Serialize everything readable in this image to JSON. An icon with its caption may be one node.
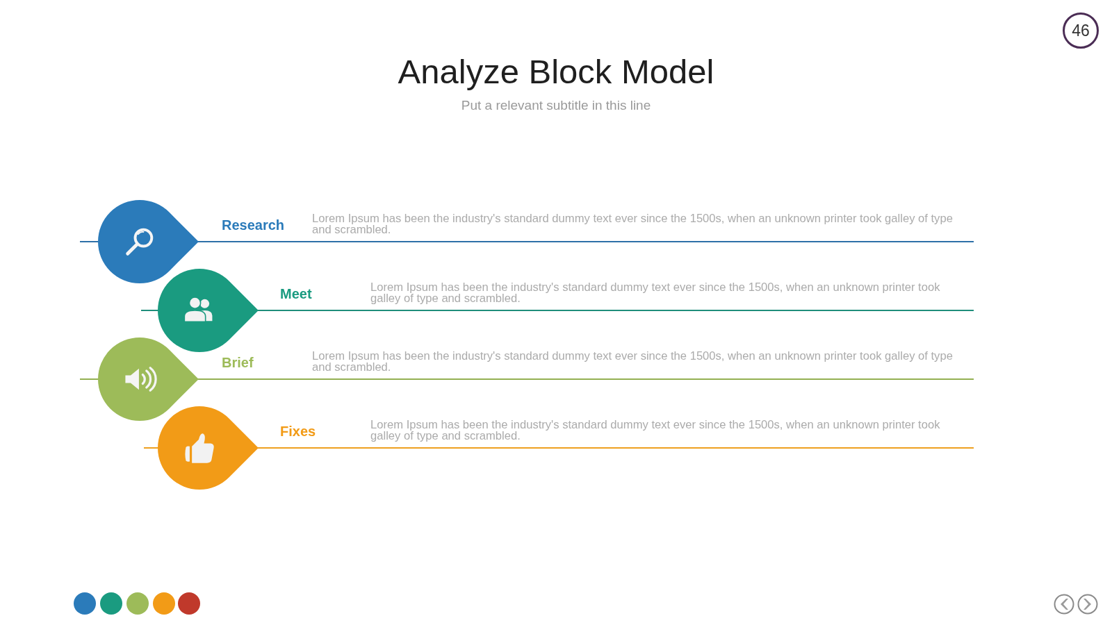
{
  "diagram": {
    "title": "Analyze Block Model",
    "nodes": [
      {
        "text": [
          "46"
        ]
      },
      {
        "text": [
          "Research",
          "Lorem Ipsum has been the industry's standard dummy text ever since the 1500s, when an unknown printer took galley of type and scrambled."
        ]
      },
      {
        "text": [
          "Meet",
          "Lorem Ipsum has been the industry's standard dummy text ever since the 1500s, when an unknown printer took galley of type and scrambled."
        ]
      },
      {
        "text": [
          "Brief",
          "Lorem Ipsum has been the industry's standard dummy text ever since the 1500s, when an unknown printer took galley of type and scrambled."
        ]
      },
      {
        "text": [
          "Fixes",
          "Lorem Ipsum has been the industry's standard dummy text ever since the 1500s, when an unknown printer took galley of type and scrambled."
        ]
      }
    ],
    "labels": [
      "Put a relevant subtitle in this line"
    ]
  }
}
